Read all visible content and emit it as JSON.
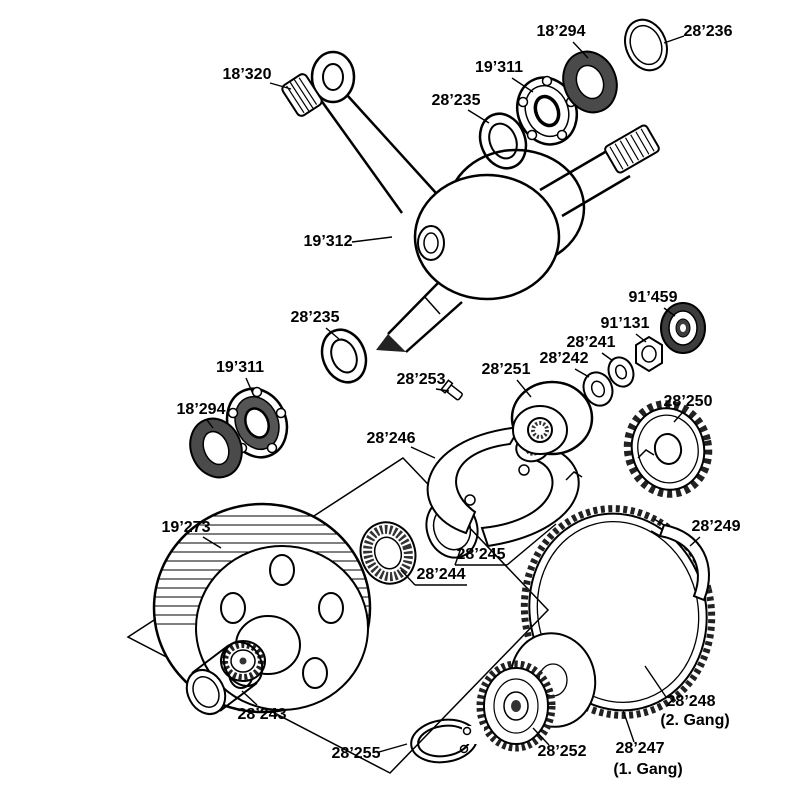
{
  "diagram": {
    "type": "exploded-parts-diagram",
    "background": "#ffffff",
    "colors": {
      "ink": "#000000",
      "seal_fill": "#4a4a4a",
      "bearing_dark": "#3d3d3d",
      "tip_fill": "#222222"
    },
    "labels": [
      {
        "part": "18’294"
      },
      {
        "part": "28’236"
      },
      {
        "part": "18’320"
      },
      {
        "part": "19’311"
      },
      {
        "part": "28’235"
      },
      {
        "part": "19’312"
      },
      {
        "part": "28’235"
      },
      {
        "part": "91’459"
      },
      {
        "part": "91’131"
      },
      {
        "part": "28’241"
      },
      {
        "part": "28’242"
      },
      {
        "part": "28’251"
      },
      {
        "part": "28’253"
      },
      {
        "part": "19’311"
      },
      {
        "part": "18’294"
      },
      {
        "part": "28’250"
      },
      {
        "part": "28’246"
      },
      {
        "part": "19’273"
      },
      {
        "part": "28’245"
      },
      {
        "part": "28’244"
      },
      {
        "part": "28’249"
      },
      {
        "part": "28’243"
      },
      {
        "part": "28’248"
      },
      {
        "part": "(2. Gang)"
      },
      {
        "part": "28’247"
      },
      {
        "part": "(1. Gang)"
      },
      {
        "part": "28’255"
      },
      {
        "part": "28’252"
      }
    ]
  }
}
